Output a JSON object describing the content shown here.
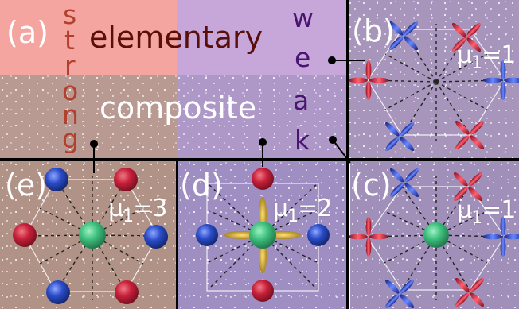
{
  "labels": {
    "a": "(a)",
    "b": "(b)",
    "c": "(c)",
    "d": "(d)",
    "e": "(e)",
    "elementary": "elementary",
    "composite": "composite",
    "strong": [
      "s",
      "t",
      "r",
      "o",
      "n",
      "g"
    ],
    "weak": [
      "w",
      "e",
      "a",
      "k"
    ]
  },
  "mu": {
    "b": {
      "sym": "μ",
      "sub": "1",
      "val": "=1"
    },
    "c": {
      "sym": "μ",
      "sub": "1",
      "val": "=1"
    },
    "d": {
      "sym": "μ",
      "sub": "1",
      "val": "=2"
    },
    "e": {
      "sym": "μ",
      "sub": "1",
      "val": "=3"
    }
  },
  "colors": {
    "salmon": "#f4a5a0",
    "lavender": "#c4a4d8",
    "mauve": "#b89a92",
    "lilac": "#ad98c7",
    "panel_b": "#a795bc",
    "panel_c": "#a08fb9",
    "panel_d": "#9f8ec1",
    "panel_e": "#b09287",
    "red_text": "#b2402e",
    "dark_red_text": "#5a0e0a",
    "purple_text": "#4a1570",
    "lobe_red": "#d9253a",
    "lobe_blue": "#2b48c8",
    "sphere_green": "#3ec07e",
    "sphere_red": "#c8203a",
    "sphere_blue": "#2a4cc8",
    "gold": "#c9a020"
  }
}
